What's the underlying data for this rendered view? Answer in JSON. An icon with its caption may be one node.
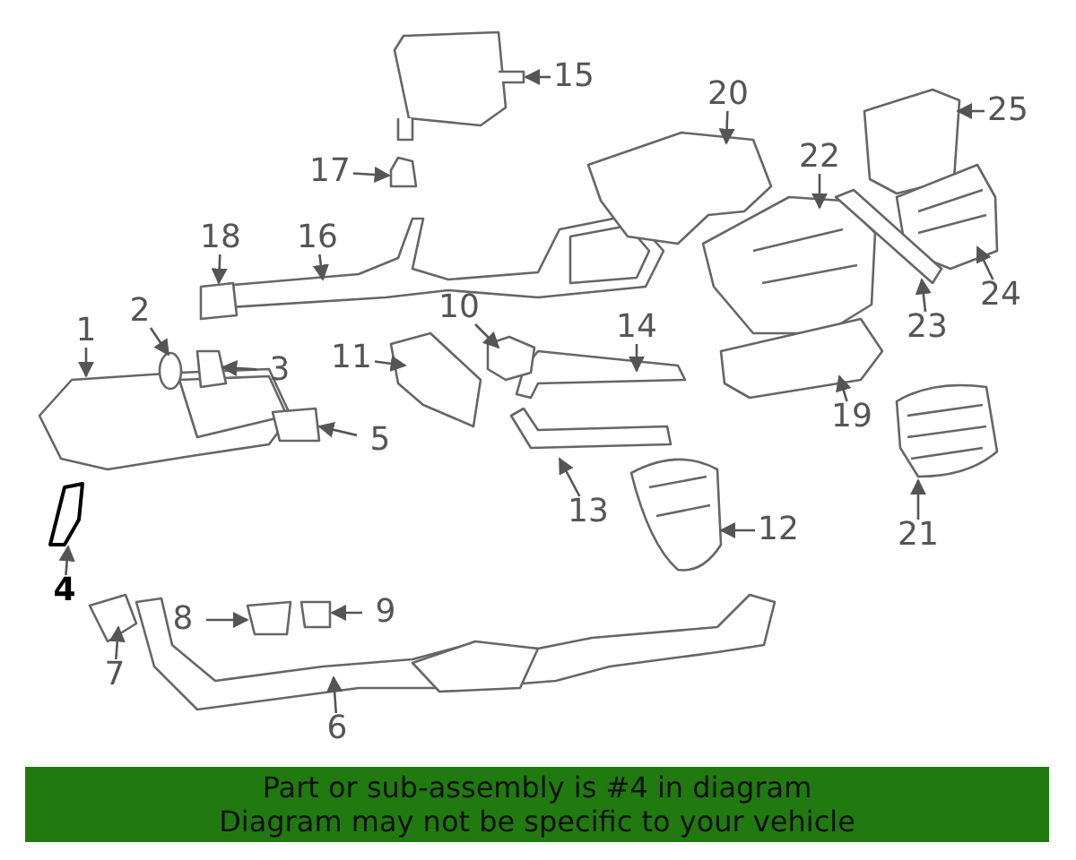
{
  "diagram": {
    "nodes": [
      {
        "text": [
          "1"
        ]
      },
      {
        "text": [
          "2"
        ]
      },
      {
        "text": [
          "3"
        ]
      },
      {
        "text": [
          "4"
        ]
      },
      {
        "text": [
          "5"
        ]
      },
      {
        "text": [
          "6"
        ]
      },
      {
        "text": [
          "7"
        ]
      },
      {
        "text": [
          "8"
        ]
      },
      {
        "text": [
          "9"
        ]
      },
      {
        "text": [
          "10"
        ]
      },
      {
        "text": [
          "11"
        ]
      },
      {
        "text": [
          "12"
        ]
      },
      {
        "text": [
          "13"
        ]
      },
      {
        "text": [
          "14"
        ]
      },
      {
        "text": [
          "15"
        ]
      },
      {
        "text": [
          "16"
        ]
      },
      {
        "text": [
          "17"
        ]
      },
      {
        "text": [
          "18"
        ]
      },
      {
        "text": [
          "19"
        ]
      },
      {
        "text": [
          "20"
        ]
      },
      {
        "text": [
          "21"
        ]
      },
      {
        "text": [
          "22"
        ]
      },
      {
        "text": [
          "23"
        ]
      },
      {
        "text": [
          "24"
        ]
      },
      {
        "text": [
          "25"
        ]
      },
      {
        "text": [
          "Part or sub-assembly is #4 in diagram",
          "Diagram may not be specific to your vehicle"
        ]
      }
    ],
    "edges": [
      {
        "from": 0,
        "to": null,
        "arrow": "to"
      },
      {
        "from": 1,
        "to": null,
        "arrow": "to"
      },
      {
        "from": 2,
        "to": null,
        "arrow": "to"
      },
      {
        "from": 3,
        "to": null,
        "arrow": "to"
      },
      {
        "from": 4,
        "to": null,
        "arrow": "to"
      },
      {
        "from": 5,
        "to": null,
        "arrow": "to"
      },
      {
        "from": 6,
        "to": null,
        "arrow": "to"
      },
      {
        "from": 7,
        "to": null,
        "arrow": "to"
      },
      {
        "from": 8,
        "to": null,
        "arrow": "to"
      },
      {
        "from": 9,
        "to": null,
        "arrow": "to"
      },
      {
        "from": 10,
        "to": null,
        "arrow": "to"
      },
      {
        "from": 11,
        "to": null,
        "arrow": "to"
      },
      {
        "from": 12,
        "to": null,
        "arrow": "to"
      },
      {
        "from": 13,
        "to": null,
        "arrow": "to"
      },
      {
        "from": 14,
        "to": null,
        "arrow": "to"
      },
      {
        "from": 15,
        "to": null,
        "arrow": "to"
      },
      {
        "from": 16,
        "to": null,
        "arrow": "to"
      },
      {
        "from": 17,
        "to": null,
        "arrow": "to"
      },
      {
        "from": 18,
        "to": null,
        "arrow": "to"
      },
      {
        "from": 19,
        "to": null,
        "arrow": "to"
      },
      {
        "from": 20,
        "to": null,
        "arrow": "to"
      },
      {
        "from": 21,
        "to": null,
        "arrow": "to"
      },
      {
        "from": 22,
        "to": null,
        "arrow": "to"
      },
      {
        "from": 23,
        "to": null,
        "arrow": "to"
      },
      {
        "from": 24,
        "to": null,
        "arrow": "to"
      }
    ]
  }
}
